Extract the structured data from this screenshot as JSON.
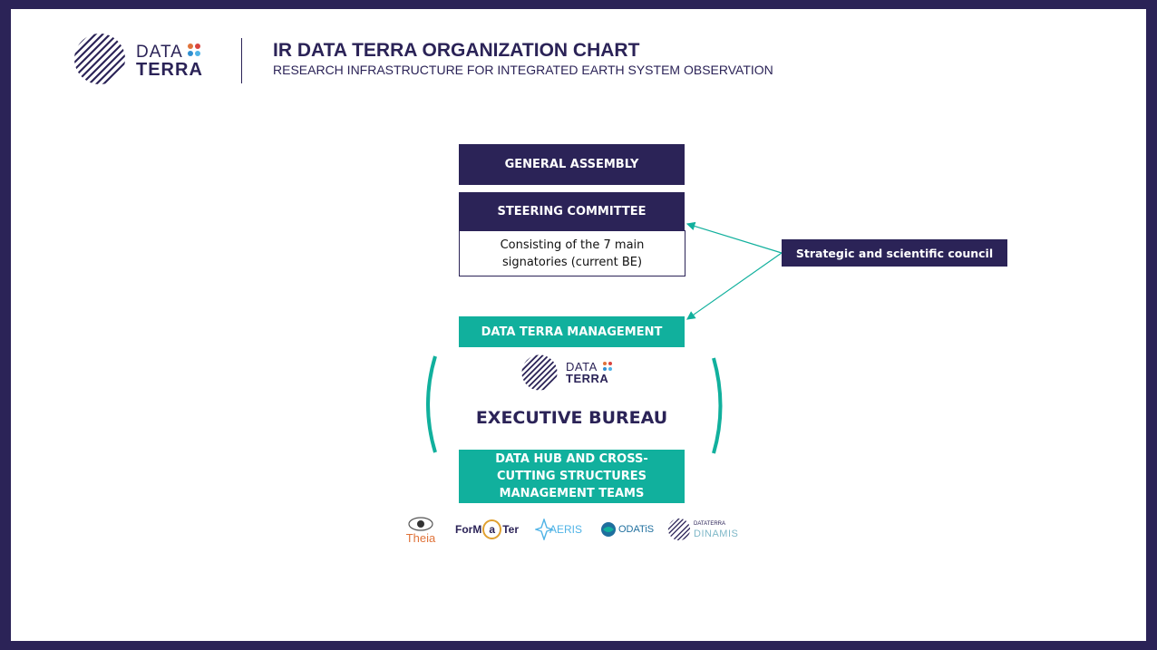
{
  "header": {
    "logo_line1": "DATA",
    "logo_line2": "TERRA",
    "title": "IR DATA TERRA ORGANIZATION CHART",
    "subtitle": "RESEARCH INFRASTRUCTURE FOR INTEGRATED EARTH SYSTEM OBSERVATION"
  },
  "org": {
    "general_assembly": "GENERAL ASSEMBLY",
    "steering_committee": "STEERING COMMITTEE",
    "steering_detail": "Consisting of the 7 main signatories (current BE)",
    "council": "Strategic and scientific council",
    "management": "DATA TERRA MANAGEMENT",
    "executive_bureau": "EXECUTIVE BUREAU",
    "hub_teams": "DATA HUB AND CROSS-CUTTING STRUCTURES MANAGEMENT TEAMS",
    "inner_logo_line1": "DATA",
    "inner_logo_line2": "TERRA"
  },
  "partners": {
    "theia": "Theia",
    "formater_a": "ForM",
    "formater_b": "a",
    "formater_c": "Ter",
    "aeris": "AERIS",
    "odatis": "ODATiS",
    "dinamis_small": "DATATERRA",
    "dinamis": "DINAMIS"
  },
  "colors": {
    "navy": "#2b2357",
    "teal": "#11b09d",
    "dot_orange": "#e0733a",
    "dot_red": "#d9443f",
    "dot_blue": "#2f8fd0",
    "dot_lightblue": "#4fb3e6"
  }
}
